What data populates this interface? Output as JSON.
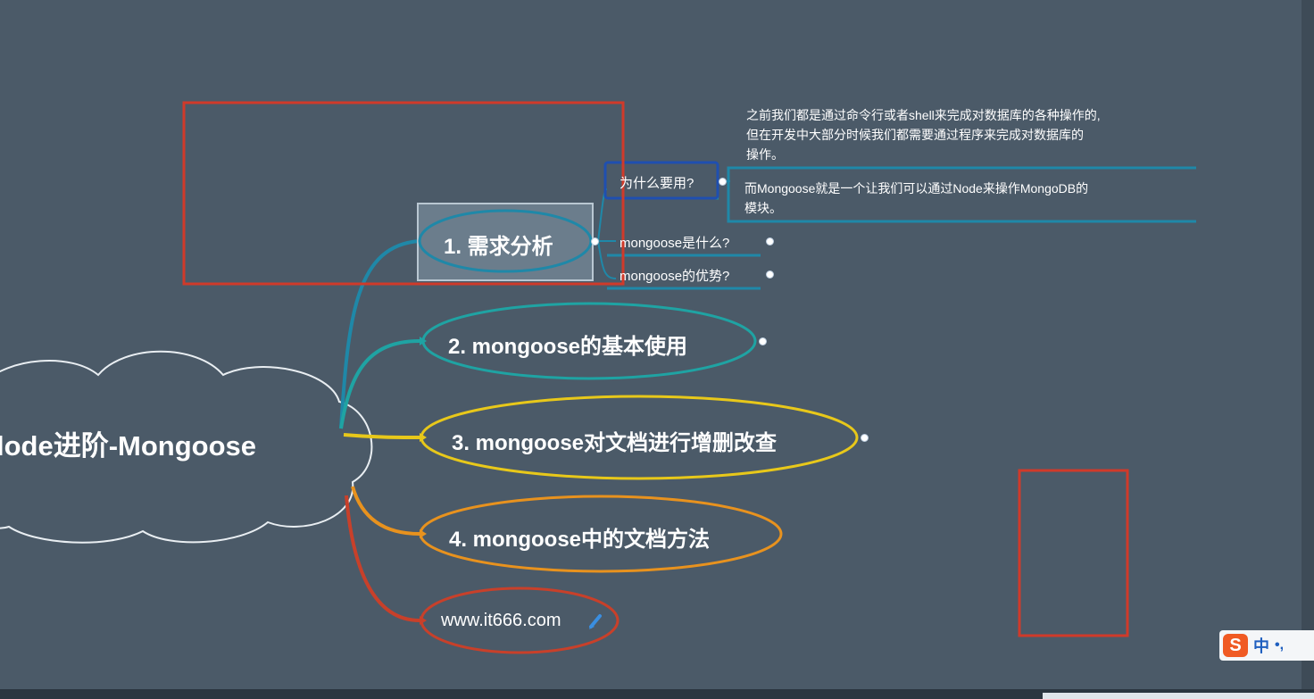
{
  "mindmap": {
    "root": {
      "label": "Node进阶-Mongoose",
      "shown_text": "lode进阶-Mongoose"
    },
    "topics": [
      {
        "label": "1. 需求分析",
        "color": "#1f88a8"
      },
      {
        "label": "2. mongoose的基本使用",
        "color": "#1fa3a3"
      },
      {
        "label": "3. mongoose对文档进行增删改查",
        "color": "#e8c81a"
      },
      {
        "label": "4. mongoose中的文档方法",
        "color": "#e8921e"
      },
      {
        "label": "www.it666.com",
        "color": "#c8402a"
      }
    ],
    "subtopics": [
      {
        "label": "为什么要用?"
      },
      {
        "label": "mongoose是什么?"
      },
      {
        "label": "mongoose的优势?"
      }
    ],
    "notes": [
      {
        "lines": [
          "之前我们都是通过命令行或者shell来完成对数据库的各种操作的,",
          "但在开发中大部分时候我们都需要通过程序来完成对数据库的",
          "操作。"
        ]
      },
      {
        "lines": [
          "而Mongoose就是一个让我们可以通过Node来操作MongoDB的",
          "模块。"
        ]
      }
    ]
  },
  "ime": {
    "logo": "S",
    "mode": "中",
    "punct": "•,"
  },
  "colors": {
    "background": "#4b5a68",
    "annotation_red": "#d03a2a",
    "selection_blue": "#1f4fb0"
  }
}
